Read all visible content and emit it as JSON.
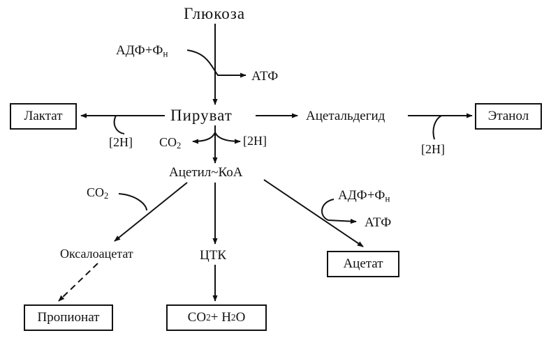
{
  "nodes": {
    "glucose": "Глюкоза",
    "adp_pi_1": "АДФ+Ф",
    "adp_pi_1_sub": "н",
    "atp_1": "АТФ",
    "pyruvate": "Пируват",
    "lactate": "Лактат",
    "h2_lactate": "[2H]",
    "acetaldehyde": "Ацетальдегид",
    "ethanol": "Этанол",
    "h2_ethanol": "[2H]",
    "co2_pdh": "CO",
    "co2_pdh_sub": "2",
    "h2_pdh": "[2H]",
    "acetyl_coa": "Ацетил~КоА",
    "co2_carbox": "CO",
    "co2_carbox_sub": "2",
    "oxaloacetate": "Оксалоацетат",
    "propionate": "Пропионат",
    "tca": "ЦТК",
    "final_co2": "CO",
    "final_co2_sub": "2",
    "final_plus": " + H",
    "final_h2o_sub": "2",
    "final_o": "O",
    "adp_pi_2": "АДФ+Ф",
    "adp_pi_2_sub": "н",
    "atp_2": "АТФ",
    "acetate": "Ацетат"
  }
}
